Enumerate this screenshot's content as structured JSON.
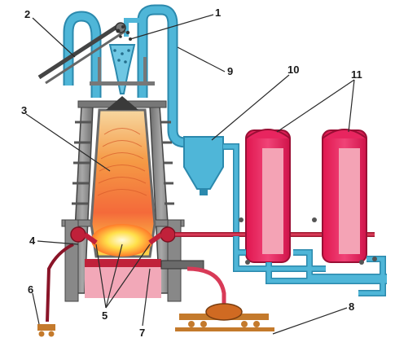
{
  "labels": {
    "l1": "1",
    "l2": "2",
    "l3": "3",
    "l4": "4",
    "l5": "5",
    "l6": "6",
    "l7": "7",
    "l8": "8",
    "l9": "9",
    "l10": "10",
    "l11": "11"
  },
  "colors": {
    "pipe": "#4fb6d8",
    "pipe_dark": "#2b89ad",
    "furnace_frame": "#8a8a8a",
    "furnace_frame_dark": "#555555",
    "hot_core": "#ffe24a",
    "warm": "#ff9a3a",
    "cool_top": "#f47c3c",
    "stove_outer": "#e8255f",
    "stove_inner": "#f4a3b5",
    "hearth_pink": "#f2a8b8",
    "slag_red": "#c0213a",
    "ladle_brown": "#c47a2c"
  }
}
